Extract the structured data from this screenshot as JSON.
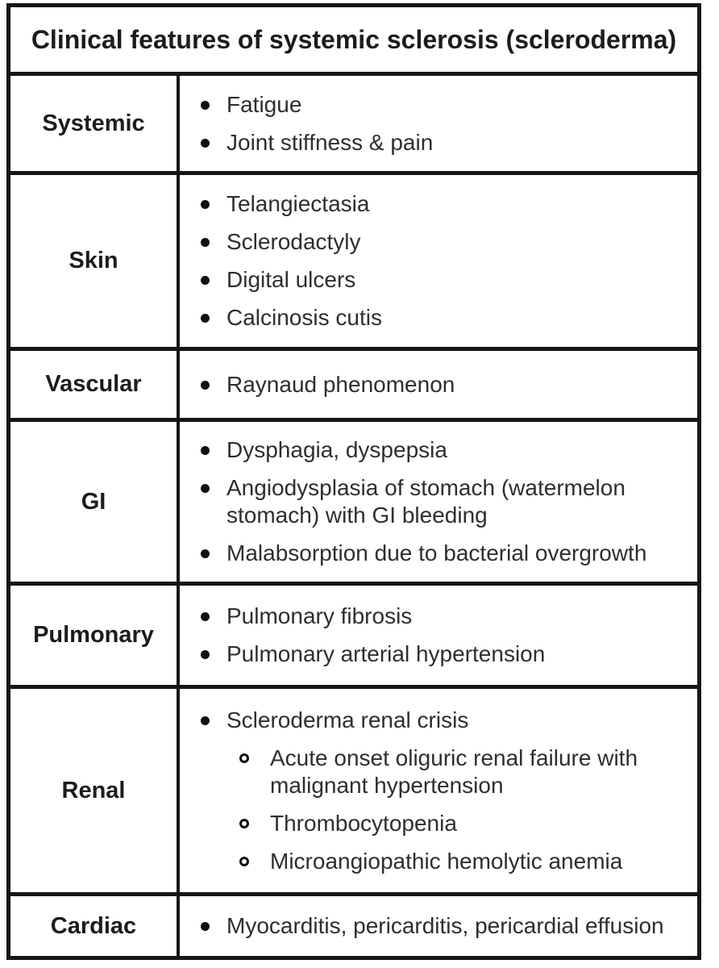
{
  "table": {
    "title": "Clinical features of systemic sclerosis (scleroderma)",
    "rows": [
      {
        "label": "Systemic",
        "items": [
          {
            "text": "Fatigue"
          },
          {
            "text": "Joint stiffness & pain"
          }
        ]
      },
      {
        "label": "Skin",
        "items": [
          {
            "text": "Telangiectasia"
          },
          {
            "text": "Sclerodactyly"
          },
          {
            "text": "Digital ulcers"
          },
          {
            "text": "Calcinosis cutis"
          }
        ]
      },
      {
        "label": "Vascular",
        "items": [
          {
            "text": "Raynaud phenomenon"
          }
        ]
      },
      {
        "label": "GI",
        "items": [
          {
            "text": "Dysphagia, dyspepsia"
          },
          {
            "text": "Angiodysplasia of stomach (watermelon stomach) with GI bleeding"
          },
          {
            "text": "Malabsorption due to bacterial overgrowth"
          }
        ]
      },
      {
        "label": "Pulmonary",
        "items": [
          {
            "text": "Pulmonary fibrosis"
          },
          {
            "text": "Pulmonary arterial hypertension"
          }
        ]
      },
      {
        "label": "Renal",
        "items": [
          {
            "text": "Scleroderma renal crisis",
            "sub_items": [
              "Acute onset oliguric renal failure with malignant hypertension",
              "Thrombocytopenia",
              "Microangiopathic hemolytic anemia"
            ]
          }
        ]
      },
      {
        "label": "Cardiac",
        "items": [
          {
            "text": "Myocarditis, pericarditis, pericardial effusion"
          }
        ]
      }
    ],
    "colors": {
      "border": "#161616",
      "title_text": "#1c1c1c",
      "body_text": "#2e2e2e",
      "background": "#ffffff"
    }
  }
}
